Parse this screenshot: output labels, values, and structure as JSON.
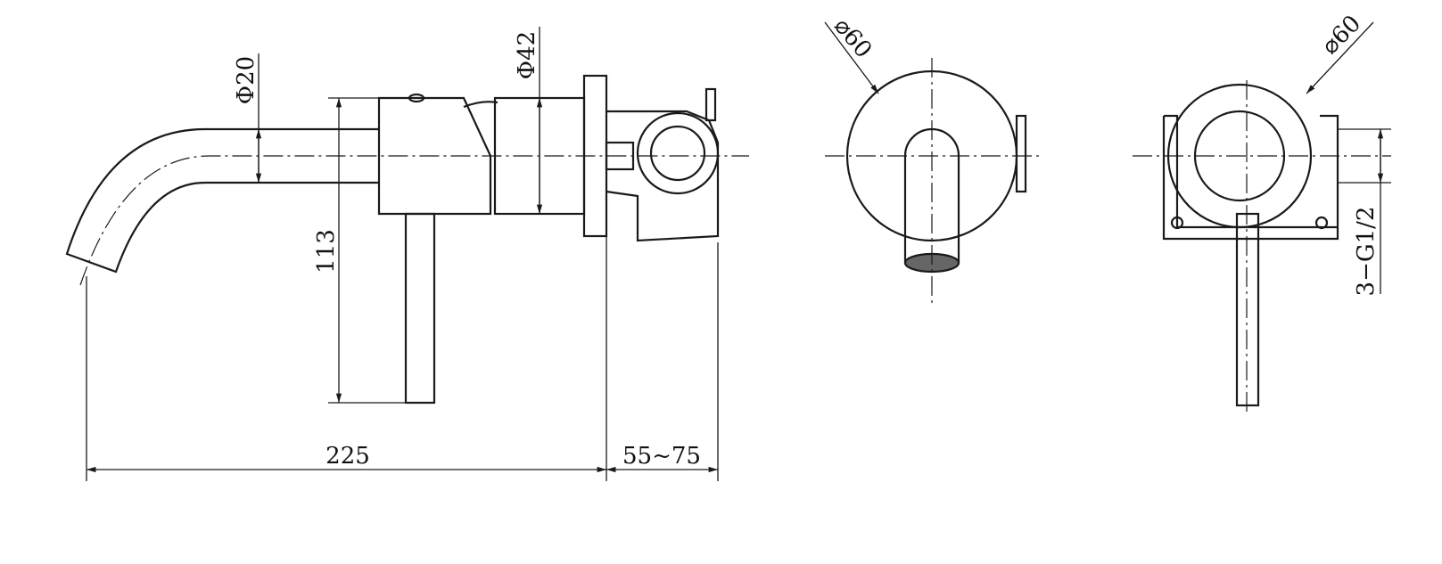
{
  "title": "Wall-mounted basin mixer technical drawing",
  "dimensions": {
    "spout_diameter": "Φ20",
    "body_diameter": "Φ42",
    "handle_height": "113",
    "spout_projection": "225",
    "wall_depth": "55~75",
    "front_plate_diameter": "⌀60",
    "rear_plate_diameter": "⌀60",
    "thread": "3−G1/2"
  },
  "colors": {
    "line": "#1a1a1a",
    "background": "#ffffff"
  }
}
